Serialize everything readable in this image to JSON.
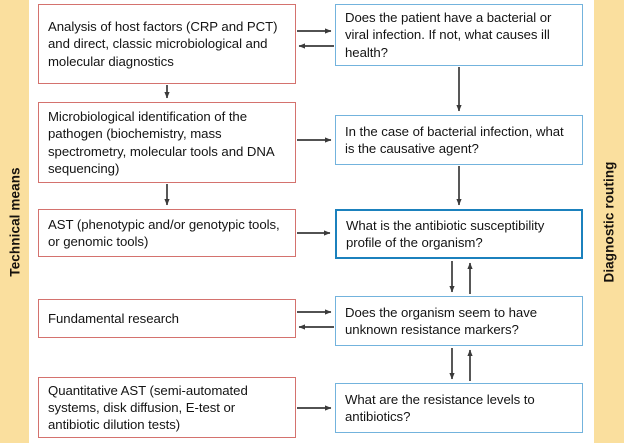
{
  "bands": {
    "left": {
      "label": "Technical means",
      "color": "#fadf9e"
    },
    "right": {
      "label": "Diagnostic routing",
      "color": "#fadf9e"
    }
  },
  "colors": {
    "left_box_border": "#d4726e",
    "right_box_border": "#73b3dd",
    "emphasis_box_border": "#1b81bd",
    "arrow": "#3a3a3a",
    "band": "#fadf9e",
    "text": "#141414"
  },
  "left_column": {
    "title": "Technical means",
    "boxes": [
      {
        "id": "host-factors",
        "text": "Analysis of host factors (CRP and PCT) and direct, classic microbiological and molecular diagnostics"
      },
      {
        "id": "pathogen-id",
        "text": "Microbiological identification of the pathogen (biochemistry, mass spectrometry, molecular tools and DNA sequencing)"
      },
      {
        "id": "ast-tools",
        "text": "AST (phenotypic and/or genotypic tools, or genomic tools)"
      },
      {
        "id": "fundamental-research",
        "text": "Fundamental research"
      },
      {
        "id": "quantitative-ast",
        "text": "Quantitative AST (semi-automated systems, disk diffusion, E-test or antibiotic dilution tests)"
      }
    ]
  },
  "right_column": {
    "title": "Diagnostic routing",
    "boxes": [
      {
        "id": "bacterial-or-viral",
        "text": "Does the patient have a bacterial or viral infection. If not, what causes ill health?",
        "emphasis": false
      },
      {
        "id": "causative-agent",
        "text": "In the case of bacterial infection, what is the causative agent?",
        "emphasis": false
      },
      {
        "id": "susceptibility-profile",
        "text": "What is the antibiotic susceptibility profile of the organism?",
        "emphasis": true
      },
      {
        "id": "unknown-resistance-markers",
        "text": "Does the organism seem to have unknown resistance markers?",
        "emphasis": false
      },
      {
        "id": "resistance-levels",
        "text": "What are the resistance levels to antibiotics?",
        "emphasis": false
      }
    ]
  },
  "connectors": {
    "horizontal": [
      {
        "id": "row-1",
        "direction": "bidirectional"
      },
      {
        "id": "row-2",
        "direction": "right"
      },
      {
        "id": "row-3",
        "direction": "right"
      },
      {
        "id": "row-4",
        "direction": "bidirectional"
      },
      {
        "id": "row-5",
        "direction": "right"
      }
    ],
    "vertical_left": [
      {
        "id": "left-1-to-2",
        "direction": "down"
      },
      {
        "id": "left-2-to-3",
        "direction": "down"
      }
    ],
    "vertical_right": [
      {
        "id": "right-1-to-2",
        "direction": "down"
      },
      {
        "id": "right-2-to-3",
        "direction": "down"
      },
      {
        "id": "right-3-to-4",
        "direction": "both"
      },
      {
        "id": "right-4-to-5",
        "direction": "both"
      }
    ]
  }
}
